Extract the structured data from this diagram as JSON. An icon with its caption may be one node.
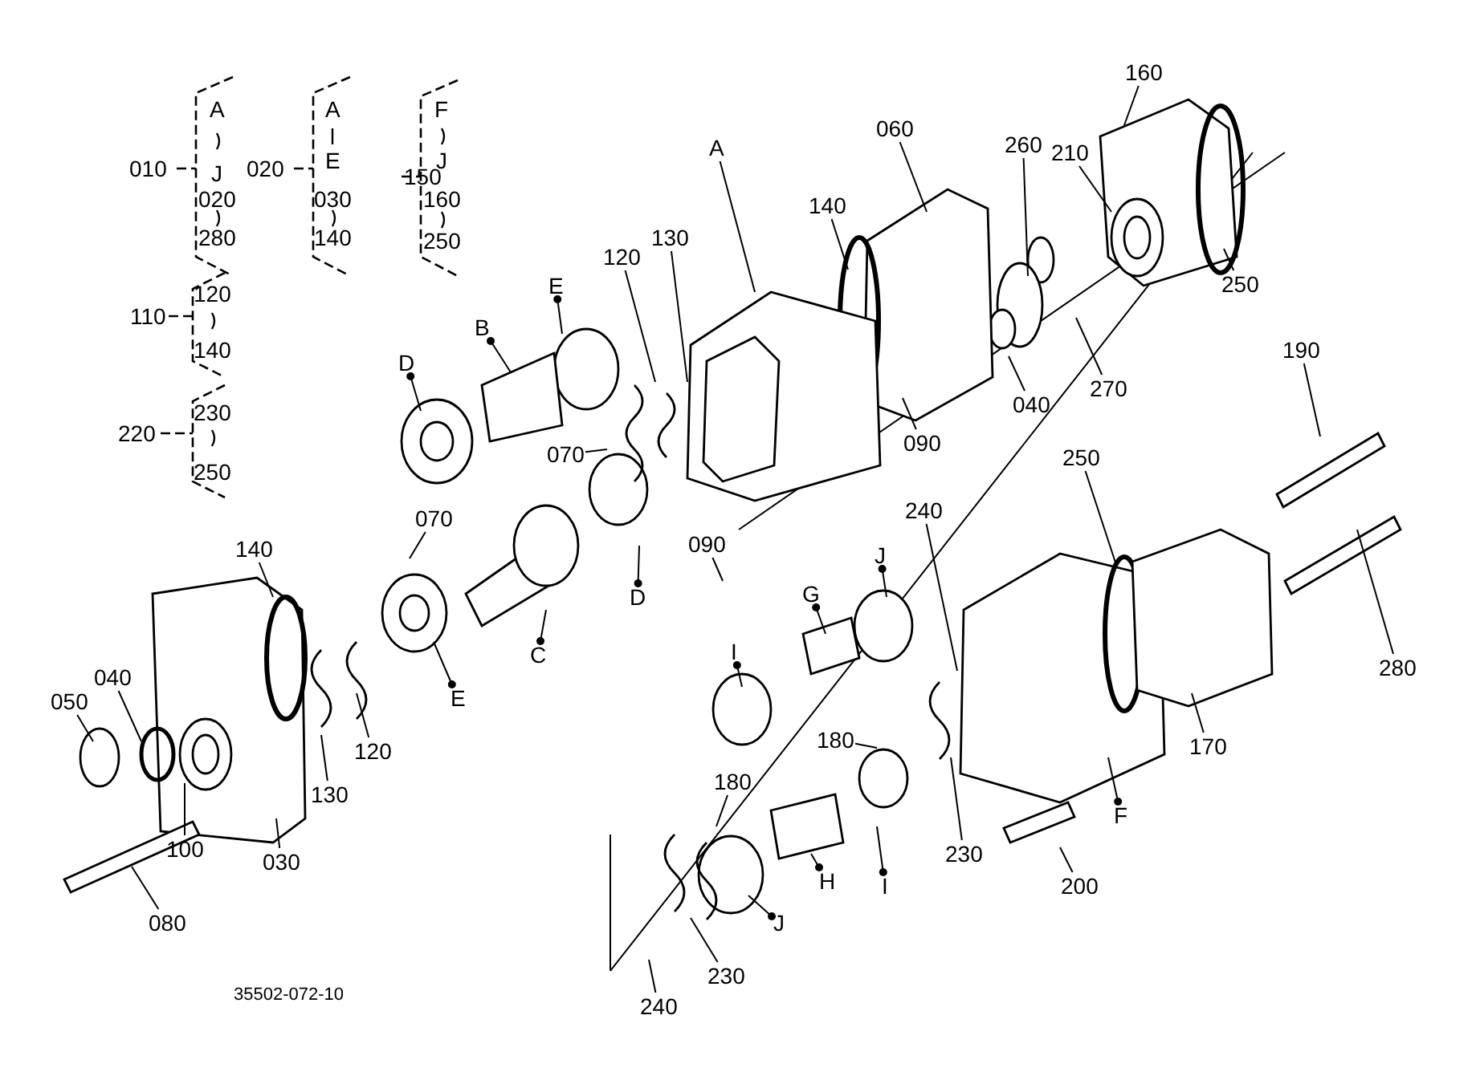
{
  "diagram": {
    "nodes": [
      {
        "text": [
          "160"
        ]
      },
      {
        "text": [
          "060"
        ]
      },
      {
        "text": [
          "260"
        ]
      },
      {
        "text": [
          "210"
        ]
      },
      {
        "text": [
          "A"
        ]
      },
      {
        "text": [
          "140"
        ]
      },
      {
        "text": [
          "130"
        ]
      },
      {
        "text": [
          "120"
        ]
      },
      {
        "text": [
          "250"
        ]
      },
      {
        "text": [
          "E"
        ]
      },
      {
        "text": [
          "B"
        ]
      },
      {
        "text": [
          "D"
        ]
      },
      {
        "text": [
          "190"
        ]
      },
      {
        "text": [
          "040"
        ]
      },
      {
        "text": [
          "270"
        ]
      },
      {
        "text": [
          "090"
        ]
      },
      {
        "text": [
          "070"
        ]
      },
      {
        "text": [
          "250"
        ]
      },
      {
        "text": [
          "070"
        ]
      },
      {
        "text": [
          "090"
        ]
      },
      {
        "text": [
          "140"
        ]
      },
      {
        "text": [
          "D"
        ]
      },
      {
        "text": [
          "280"
        ]
      },
      {
        "text": [
          "240"
        ]
      },
      {
        "text": [
          "J"
        ]
      },
      {
        "text": [
          "G"
        ]
      },
      {
        "text": [
          "E"
        ]
      },
      {
        "text": [
          "C"
        ]
      },
      {
        "text": [
          "I"
        ]
      },
      {
        "text": [
          "040"
        ]
      },
      {
        "text": [
          "050"
        ]
      },
      {
        "text": [
          "120"
        ]
      },
      {
        "text": [
          "130"
        ]
      },
      {
        "text": [
          "180"
        ]
      },
      {
        "text": [
          "170"
        ]
      },
      {
        "text": [
          "180"
        ]
      },
      {
        "text": [
          "F"
        ]
      },
      {
        "text": [
          "100"
        ]
      },
      {
        "text": [
          "030"
        ]
      },
      {
        "text": [
          "230"
        ]
      },
      {
        "text": [
          "200"
        ]
      },
      {
        "text": [
          "I"
        ]
      },
      {
        "text": [
          "H"
        ]
      },
      {
        "text": [
          "J"
        ]
      },
      {
        "text": [
          "080"
        ]
      },
      {
        "text": [
          "230"
        ]
      },
      {
        "text": [
          "240"
        ]
      }
    ],
    "edges": [
      {
        "from": 0,
        "to": null,
        "arrow": "none"
      },
      {
        "from": 1,
        "to": null,
        "arrow": "none"
      },
      {
        "from": 2,
        "to": null,
        "arrow": "none"
      },
      {
        "from": 3,
        "to": null,
        "arrow": "none"
      },
      {
        "from": 4,
        "to": null,
        "arrow": "none"
      },
      {
        "from": 5,
        "to": null,
        "arrow": "none"
      },
      {
        "from": 6,
        "to": null,
        "arrow": "none"
      },
      {
        "from": 7,
        "to": null,
        "arrow": "none"
      },
      {
        "from": 8,
        "to": null,
        "arrow": "none"
      },
      {
        "from": 9,
        "to": null,
        "arrow": "other"
      },
      {
        "from": 10,
        "to": null,
        "arrow": "other"
      },
      {
        "from": 11,
        "to": null,
        "arrow": "other"
      },
      {
        "from": 12,
        "to": null,
        "arrow": "none"
      },
      {
        "from": 13,
        "to": null,
        "arrow": "none"
      },
      {
        "from": 14,
        "to": null,
        "arrow": "none"
      },
      {
        "from": 15,
        "to": null,
        "arrow": "none"
      },
      {
        "from": 16,
        "to": null,
        "arrow": "none"
      },
      {
        "from": 17,
        "to": null,
        "arrow": "none"
      },
      {
        "from": 18,
        "to": null,
        "arrow": "none"
      },
      {
        "from": 19,
        "to": null,
        "arrow": "none"
      },
      {
        "from": 20,
        "to": null,
        "arrow": "none"
      },
      {
        "from": 21,
        "to": null,
        "arrow": "other"
      },
      {
        "from": 22,
        "to": null,
        "arrow": "none"
      },
      {
        "from": 23,
        "to": null,
        "arrow": "none"
      },
      {
        "from": 24,
        "to": null,
        "arrow": "other"
      },
      {
        "from": 25,
        "to": null,
        "arrow": "other"
      },
      {
        "from": 26,
        "to": null,
        "arrow": "other"
      },
      {
        "from": 27,
        "to": null,
        "arrow": "other"
      },
      {
        "from": 28,
        "to": null,
        "arrow": "other"
      },
      {
        "from": 29,
        "to": null,
        "arrow": "none"
      },
      {
        "from": 30,
        "to": null,
        "arrow": "none"
      },
      {
        "from": 31,
        "to": null,
        "arrow": "none"
      },
      {
        "from": 32,
        "to": null,
        "arrow": "none"
      },
      {
        "from": 33,
        "to": null,
        "arrow": "none"
      },
      {
        "from": 34,
        "to": null,
        "arrow": "none"
      },
      {
        "from": 35,
        "to": null,
        "arrow": "none"
      },
      {
        "from": 36,
        "to": null,
        "arrow": "other"
      },
      {
        "from": 37,
        "to": null,
        "arrow": "none"
      },
      {
        "from": 38,
        "to": null,
        "arrow": "none"
      },
      {
        "from": 39,
        "to": null,
        "arrow": "none"
      },
      {
        "from": 40,
        "to": null,
        "arrow": "none"
      },
      {
        "from": 41,
        "to": null,
        "arrow": "other"
      },
      {
        "from": 42,
        "to": null,
        "arrow": "other"
      },
      {
        "from": 43,
        "to": null,
        "arrow": "other"
      },
      {
        "from": 44,
        "to": null,
        "arrow": "none"
      },
      {
        "from": 45,
        "to": null,
        "arrow": "none"
      },
      {
        "from": 46,
        "to": null,
        "arrow": "none"
      }
    ],
    "labels": [
      "010",
      "A",
      "J",
      "020",
      "280",
      "020",
      "A",
      "E",
      "030",
      "140",
      "150",
      "F",
      "J",
      "160",
      "250",
      "110",
      "120",
      "140",
      "220",
      "230",
      "250",
      "35502-072-10"
    ]
  }
}
